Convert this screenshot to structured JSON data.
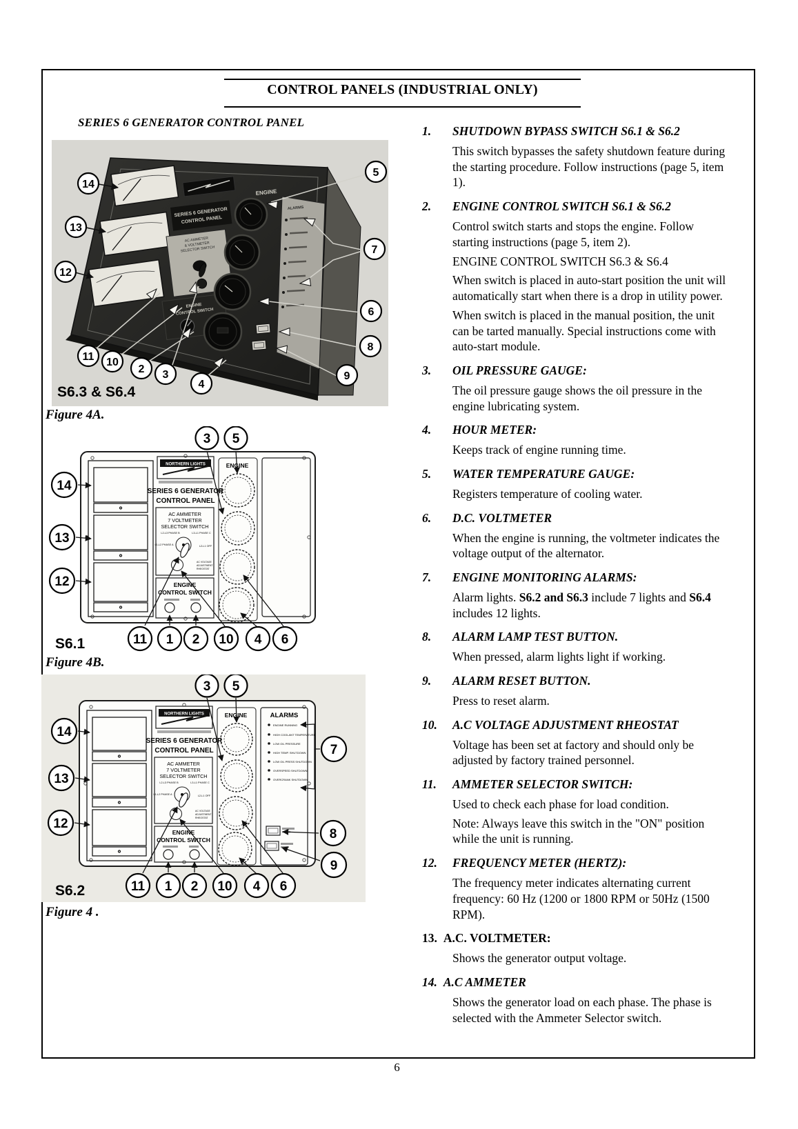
{
  "page": {
    "number": "6"
  },
  "header": {
    "title": "CONTROL PANELS (INDUSTRIAL ONLY)"
  },
  "left": {
    "heading": "SERIES 6 GENERATOR CONTROL PANEL"
  },
  "dwg": {
    "logo": "NORTHERN LIGHTS",
    "series": "SERIES 6 GENERATOR",
    "panel": "CONTROL PANEL",
    "sel1": "AC AMMETER",
    "sel2": "7 VOLTMETER",
    "sel3": "SELECTOR SWITCH",
    "phA": "L1-L2 PHASE A",
    "phB": "L2-L3 PHASE B",
    "phC": "L3-L1 PHASE C",
    "off": "L2-L1 OFF",
    "rh1": "AC VOLTAGE",
    "rh2": "ADJUSTMENT",
    "rh3": "RHEOSTAT",
    "ec1": "ENGINE",
    "ec2": "CONTROL SWITCH",
    "engine": "ENGINE",
    "alarms": "ALARMS"
  },
  "figures": {
    "fig4a": {
      "label": "S6.3 & S6.4",
      "caption": "Figure 4A.",
      "series": "SERIES 6 GENERATOR",
      "panel": "CONTROL PANEL",
      "engine": "ENGINE",
      "alarms": "ALARMS",
      "sel1": "AC AMMETER",
      "sel2": "& VOLTMETER",
      "sel3": "SELECTOR SWITCH",
      "ec1": "ENGINE",
      "ec2": "CONTROL SWITCH",
      "callouts": {
        "n14": "14",
        "n13": "13",
        "n12": "12",
        "n5": "5",
        "n7": "7",
        "n6": "6",
        "n8": "8",
        "n9": "9",
        "n11": "11",
        "n10": "10",
        "n2": "2",
        "n3": "3",
        "n4": "4"
      }
    },
    "fig4b": {
      "label": "S6.1",
      "caption": "Figure 4B.",
      "callouts": {
        "n3": "3",
        "n5": "5",
        "n14": "14",
        "n13": "13",
        "n12": "12",
        "n11": "11",
        "n1": "1",
        "n2": "2",
        "n10": "10",
        "n4": "4",
        "n6": "6"
      }
    },
    "fig4s62": {
      "label": "S6.2",
      "caption": "Figure 4 .",
      "alarm_lights": [
        "ENGINE RUNNING",
        "HIGH COOLANT TEMPERATURE",
        "LOW OIL PRESSURE",
        "HIGH TEMP. SHUTDOWN",
        "LOW OIL PRESS SHUTDOWN",
        "OVERSPEED SHUTDOWN",
        "OVERCRANK SHUTDOWN"
      ],
      "callouts": {
        "n3": "3",
        "n5": "5",
        "n14": "14",
        "n13": "13",
        "n12": "12",
        "n7": "7",
        "n8": "8",
        "n9": "9",
        "n11": "11",
        "n1": "1",
        "n2": "2",
        "n10": "10",
        "n4": "4",
        "n6": "6"
      }
    }
  },
  "items": [
    {
      "n": "1.",
      "h": "SHUTDOWN BYPASS SWITCH S6.1 & S6.2",
      "hs": "bi",
      "p": [
        [
          "This switch bypasses the safety shutdown feature during the starting procedure. Follow instructions (page 5, item 1)."
        ]
      ]
    },
    {
      "n": "2.",
      "h": "ENGINE CONTROL SWITCH S6.1 & S6.2",
      "hs": "bi",
      "p": [
        [
          "Control switch starts and stops the engine. Follow starting instructions (page 5, item 2)."
        ],
        [
          "ENGINE CONTROL SWITCH S6.3 & S6.4"
        ],
        [
          "When switch is placed in auto-start position the unit will automatically start when there is a drop in utility power."
        ],
        [
          "When switch is placed in the manual position, the unit can be tarted manually. Special instructions come with auto-start module."
        ]
      ]
    },
    {
      "n": "3.",
      "h": "OIL PRESSURE GAUGE:",
      "hs": "bi",
      "p": [
        [
          "The oil pressure gauge shows the oil pressure in the engine lubricating system."
        ]
      ]
    },
    {
      "n": "4.",
      "h": "HOUR METER:",
      "hs": "bi",
      "p": [
        [
          "Keeps track of engine running time."
        ]
      ]
    },
    {
      "n": "5.",
      "h": "WATER TEMPERATURE GAUGE:",
      "hs": "bi",
      "p": [
        [
          "Registers temperature of cooling water."
        ]
      ]
    },
    {
      "n": "6.",
      "h": "D.C. VOLTMETER",
      "hs": "bi",
      "p": [
        [
          "When the engine is running, the voltmeter indicates the voltage output of the alternator."
        ]
      ]
    },
    {
      "n": "7.",
      "h": "ENGINE MONITORING ALARMS:",
      "hs": "bi",
      "p": [
        [
          "Alarm lights. ",
          {
            "t": "S6.2 and S6.3",
            "b": true
          },
          " include 7 lights and ",
          {
            "t": "S6.4",
            "b": true
          },
          " includes 12 lights."
        ]
      ]
    },
    {
      "n": "8.",
      "h": "ALARM LAMP TEST BUTTON.",
      "hs": "bi",
      "p": [
        [
          "When pressed, alarm lights light if working."
        ]
      ]
    },
    {
      "n": "9.",
      "h": "ALARM RESET BUTTON.",
      "hs": "bi",
      "p": [
        [
          "Press to reset alarm."
        ]
      ]
    },
    {
      "n": "10.",
      "h": "A.C VOLTAGE ADJUSTMENT RHEOSTAT",
      "hs": "bi",
      "p": [
        [
          "Voltage has been set at factory and should only be adjusted by factory trained personnel."
        ]
      ]
    },
    {
      "n": "11.",
      "h": "AMMETER SELECTOR SWITCH:",
      "hs": "bi",
      "p": [
        [
          "Used to check each phase for load condition."
        ],
        [
          "Note: Always leave this switch in the \"ON\" position while the unit is running."
        ]
      ]
    },
    {
      "n": "12.",
      "h": "FREQUENCY METER (HERTZ):",
      "hs": "bi",
      "p": [
        [
          "The frequency meter indicates alternating current frequency: 60 Hz (1200 or 1800 RPM or 50Hz (1500 RPM)."
        ]
      ]
    },
    {
      "n": "13.",
      "h": "A.C. VOLTMETER:",
      "hs": "b",
      "inline": true,
      "p": [
        [
          "Shows the generator output voltage."
        ]
      ]
    },
    {
      "n": "14.",
      "h": "A.C AMMETER",
      "hs": "bi",
      "inline": true,
      "p": [
        [
          "Shows the generator load on each phase. The phase is selected with the Ammeter Selector switch."
        ]
      ]
    }
  ]
}
